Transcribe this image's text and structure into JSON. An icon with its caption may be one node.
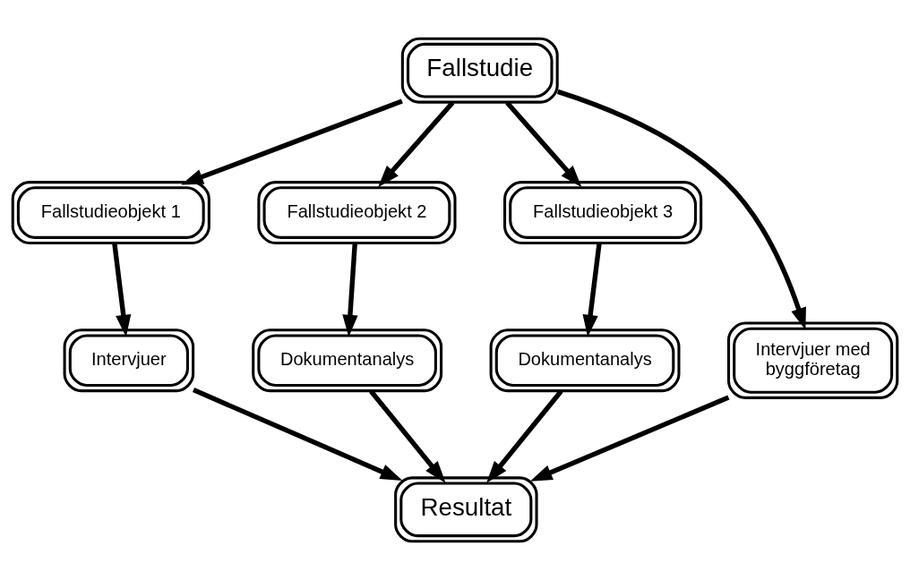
{
  "diagram": {
    "nodes": [
      {
        "text": [
          "Fallstudie"
        ]
      },
      {
        "text": [
          "Fallstudieobjekt 1"
        ]
      },
      {
        "text": [
          "Fallstudieobjekt 2"
        ]
      },
      {
        "text": [
          "Fallstudieobjekt 3"
        ]
      },
      {
        "text": [
          "Intervjuer med byggföretag"
        ]
      },
      {
        "text": [
          "Intervjuer"
        ]
      },
      {
        "text": [
          "Dokumentanalys"
        ]
      },
      {
        "text": [
          "Dokumentanalys"
        ]
      },
      {
        "text": [
          "Resultat"
        ]
      }
    ],
    "edges": [
      {
        "from": 0,
        "to": 1,
        "arrow": "to"
      },
      {
        "from": 0,
        "to": 2,
        "arrow": "to"
      },
      {
        "from": 0,
        "to": 3,
        "arrow": "to"
      },
      {
        "from": 0,
        "to": 4,
        "arrow": "to"
      },
      {
        "from": 1,
        "to": 5,
        "arrow": "to"
      },
      {
        "from": 2,
        "to": 6,
        "arrow": "to"
      },
      {
        "from": 3,
        "to": 7,
        "arrow": "to"
      },
      {
        "from": 5,
        "to": 8,
        "arrow": "to"
      },
      {
        "from": 6,
        "to": 8,
        "arrow": "to"
      },
      {
        "from": 7,
        "to": 8,
        "arrow": "to"
      },
      {
        "from": 4,
        "to": 8,
        "arrow": "to"
      }
    ]
  }
}
